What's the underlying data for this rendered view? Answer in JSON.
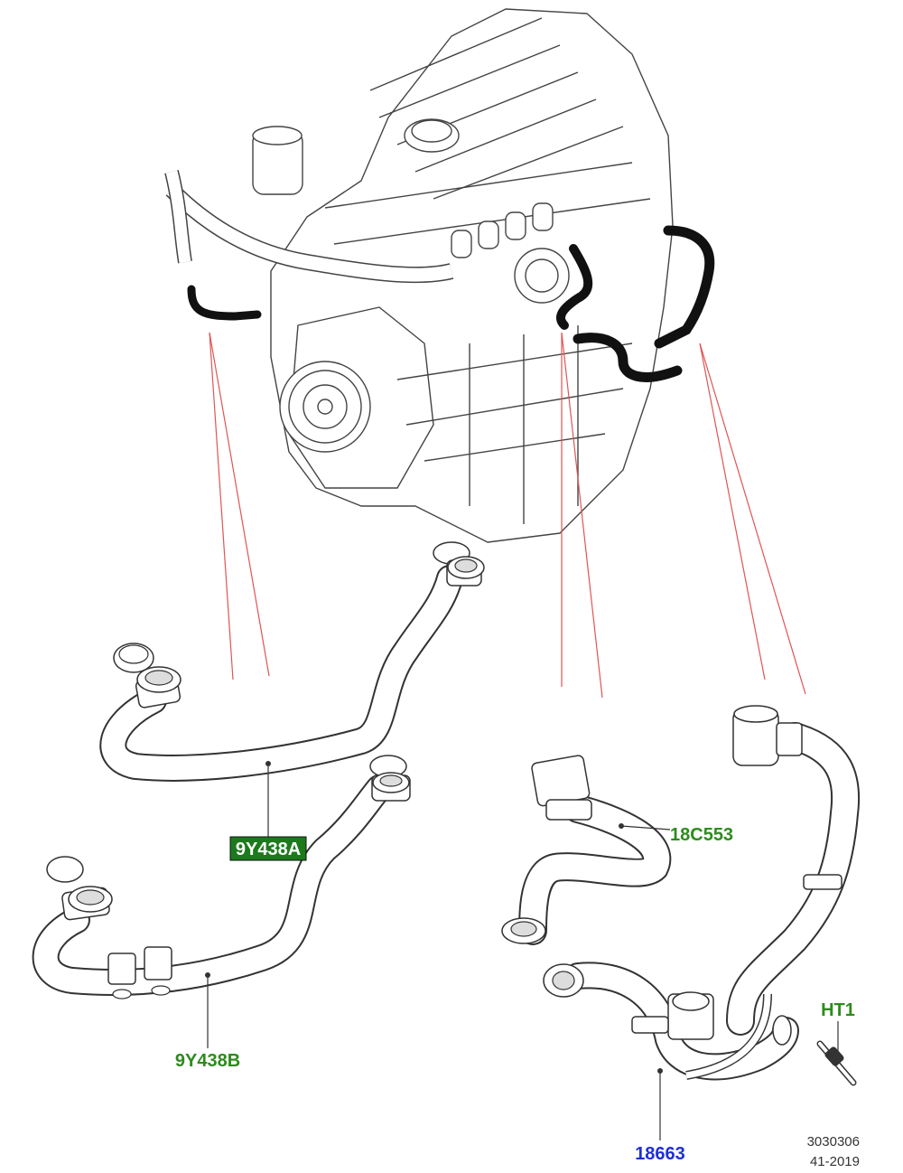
{
  "colors": {
    "callout_green": "#2e8b1e",
    "callout_blue": "#1f2fd6",
    "highlight_bg": "#1c7a1c",
    "highlight_text": "#ffffff",
    "leader_red": "#e05555",
    "line_art": "#333333",
    "hose_fill": "#ffffff",
    "hose_installed": "#111111"
  },
  "parts": {
    "p1": {
      "label": "9Y438A",
      "highlighted": true
    },
    "p2": {
      "label": "9Y438B",
      "highlighted": false
    },
    "p3": {
      "label": "18C553",
      "highlighted": false
    },
    "p4": {
      "label": "18663",
      "highlighted": false
    },
    "p5": {
      "label": "HT1",
      "highlighted": false
    }
  },
  "footer": {
    "code": "3030306",
    "date": "41-2019"
  }
}
